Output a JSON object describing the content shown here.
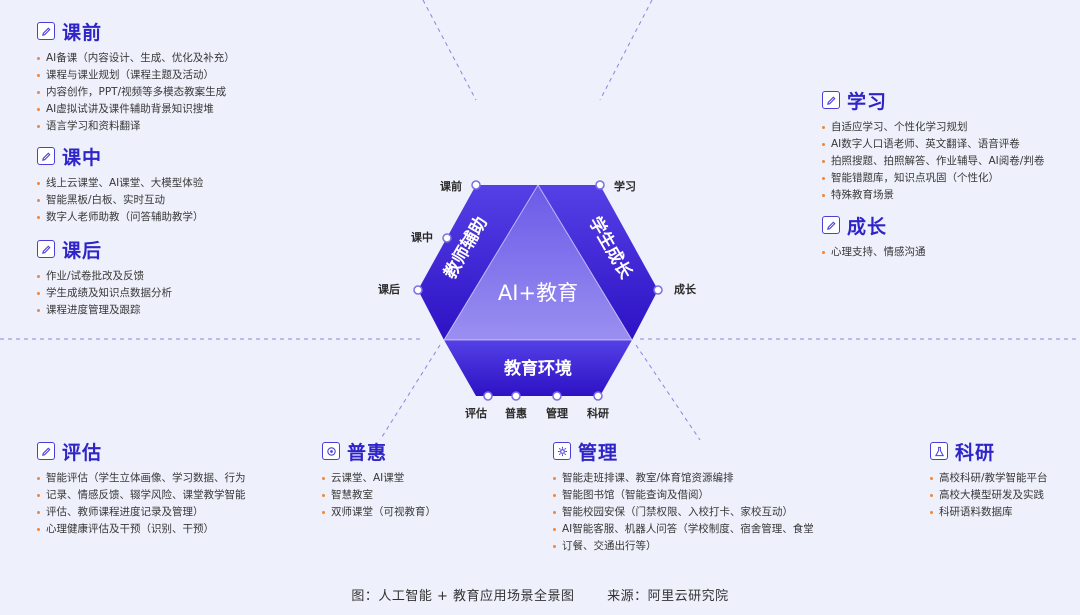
{
  "center": {
    "core": "AI+教育",
    "left_band": "教师辅助",
    "right_band": "学生成长",
    "bottom_band": "教育环境"
  },
  "hex_labels": {
    "kq": "课前",
    "kz": "课中",
    "kh": "课后",
    "xx": "学习",
    "cz": "成长",
    "pg": "评估",
    "ph": "普惠",
    "gl": "管理",
    "ky": "科研"
  },
  "sections": {
    "kq": {
      "title": "课前",
      "items": [
        "AI备课（内容设计、生成、优化及补充）",
        "课程与课业规划（课程主题及活动）",
        "内容创作，PPT/视频等多模态教案生成",
        "AI虚拟试讲及课件辅助背景知识搜堆",
        "语言学习和资料翻译"
      ]
    },
    "kz": {
      "title": "课中",
      "items": [
        "线上云课堂、AI课堂、大模型体验",
        "智能黑板/白板、实时互动",
        "数字人老师助教（问答辅助教学）"
      ]
    },
    "kh": {
      "title": "课后",
      "items": [
        "作业/试卷批改及反馈",
        "学生成绩及知识点数据分析",
        "课程进度管理及跟踪"
      ]
    },
    "xx": {
      "title": "学习",
      "items": [
        "自适应学习、个性化学习规划",
        "AI数字人口语老师、英文翻译、语音评卷",
        "拍照搜题、拍照解答、作业辅导、AI阅卷/判卷",
        "智能错题库，知识点巩固（个性化）",
        "特殊教育场景"
      ]
    },
    "cz": {
      "title": "成长",
      "items": [
        "心理支持、情感沟通"
      ]
    },
    "pg": {
      "title": "评估",
      "items": [
        "智能评估（学生立体画像、学习数据、行为",
        "记录、情感反馈、辍学风险、课堂教学智能",
        "评估、教师课程进度记录及管理）",
        "心理健康评估及干预（识别、干预）"
      ]
    },
    "ph": {
      "title": "普惠",
      "items": [
        "云课堂、AI课堂",
        "智慧教室",
        "双师课堂（可视教育）"
      ]
    },
    "gl": {
      "title": "管理",
      "items": [
        "智能走班排课、教室/体育馆资源编排",
        "智能图书馆（智能查询及借阅）",
        "智能校园安保（门禁权限、入校打卡、家校互动）",
        "AI智能客服、机器人问答（学校制度、宿舍管理、食堂",
        "订餐、交通出行等）"
      ]
    },
    "ky": {
      "title": "科研",
      "items": [
        "高校科研/教学智能平台",
        "高校大模型研发及实践",
        "科研语料数据库"
      ]
    }
  },
  "caption": {
    "figure": "图：人工智能 + 教育应用场景全景图",
    "source": "来源：阿里云研究院"
  },
  "colors": {
    "accent": "#2f24c8",
    "band_dark": "#3a1fd0",
    "core_light": "#7b6fe6",
    "bullet": "#f0863a",
    "dash": "#8c84e0"
  }
}
